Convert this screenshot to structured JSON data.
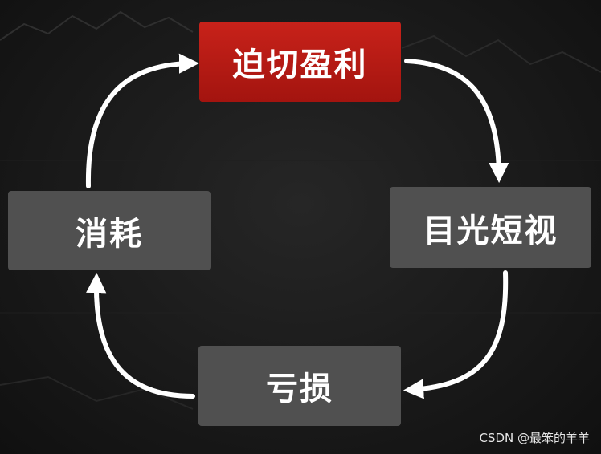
{
  "diagram": {
    "nodes": {
      "top": "迫切盈利",
      "right": "目光短视",
      "bottom": "亏损",
      "left": "消耗"
    },
    "cycle_order": [
      "top",
      "right",
      "bottom",
      "left"
    ],
    "colors": {
      "highlight": "#b51a13",
      "node": "#505050",
      "arrow": "#ffffff",
      "background": "#1a1a1a"
    }
  },
  "watermark": "CSDN @最笨的羊羊"
}
